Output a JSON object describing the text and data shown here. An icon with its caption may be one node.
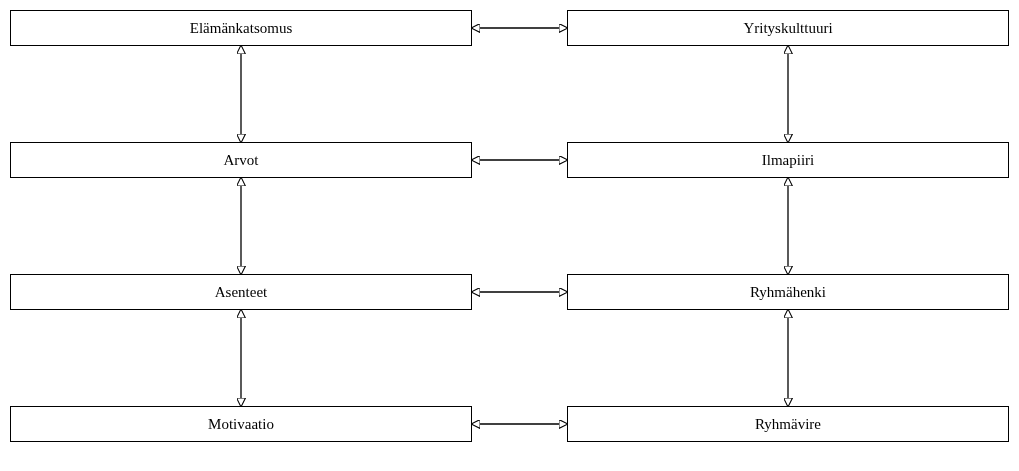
{
  "diagram": {
    "nodes": [
      {
        "text": [
          "Elämänkatsomus"
        ]
      },
      {
        "text": [
          "Yrityskulttuuri"
        ]
      },
      {
        "text": [
          "Arvot"
        ]
      },
      {
        "text": [
          "Ilmapiiri"
        ]
      },
      {
        "text": [
          "Asenteet"
        ]
      },
      {
        "text": [
          "Ryhmähenki"
        ]
      },
      {
        "text": [
          "Motivaatio"
        ]
      },
      {
        "text": [
          "Ryhmävire"
        ]
      }
    ],
    "edges": [
      {
        "from": 0,
        "to": 1,
        "arrow": "both"
      },
      {
        "from": 0,
        "to": 2,
        "arrow": "both"
      },
      {
        "from": 1,
        "to": 3,
        "arrow": "both"
      },
      {
        "from": 2,
        "to": 3,
        "arrow": "both"
      },
      {
        "from": 2,
        "to": 4,
        "arrow": "both"
      },
      {
        "from": 3,
        "to": 5,
        "arrow": "both"
      },
      {
        "from": 4,
        "to": 5,
        "arrow": "both"
      },
      {
        "from": 4,
        "to": 6,
        "arrow": "both"
      },
      {
        "from": 5,
        "to": 7,
        "arrow": "both"
      },
      {
        "from": 6,
        "to": 7,
        "arrow": "both"
      }
    ]
  }
}
